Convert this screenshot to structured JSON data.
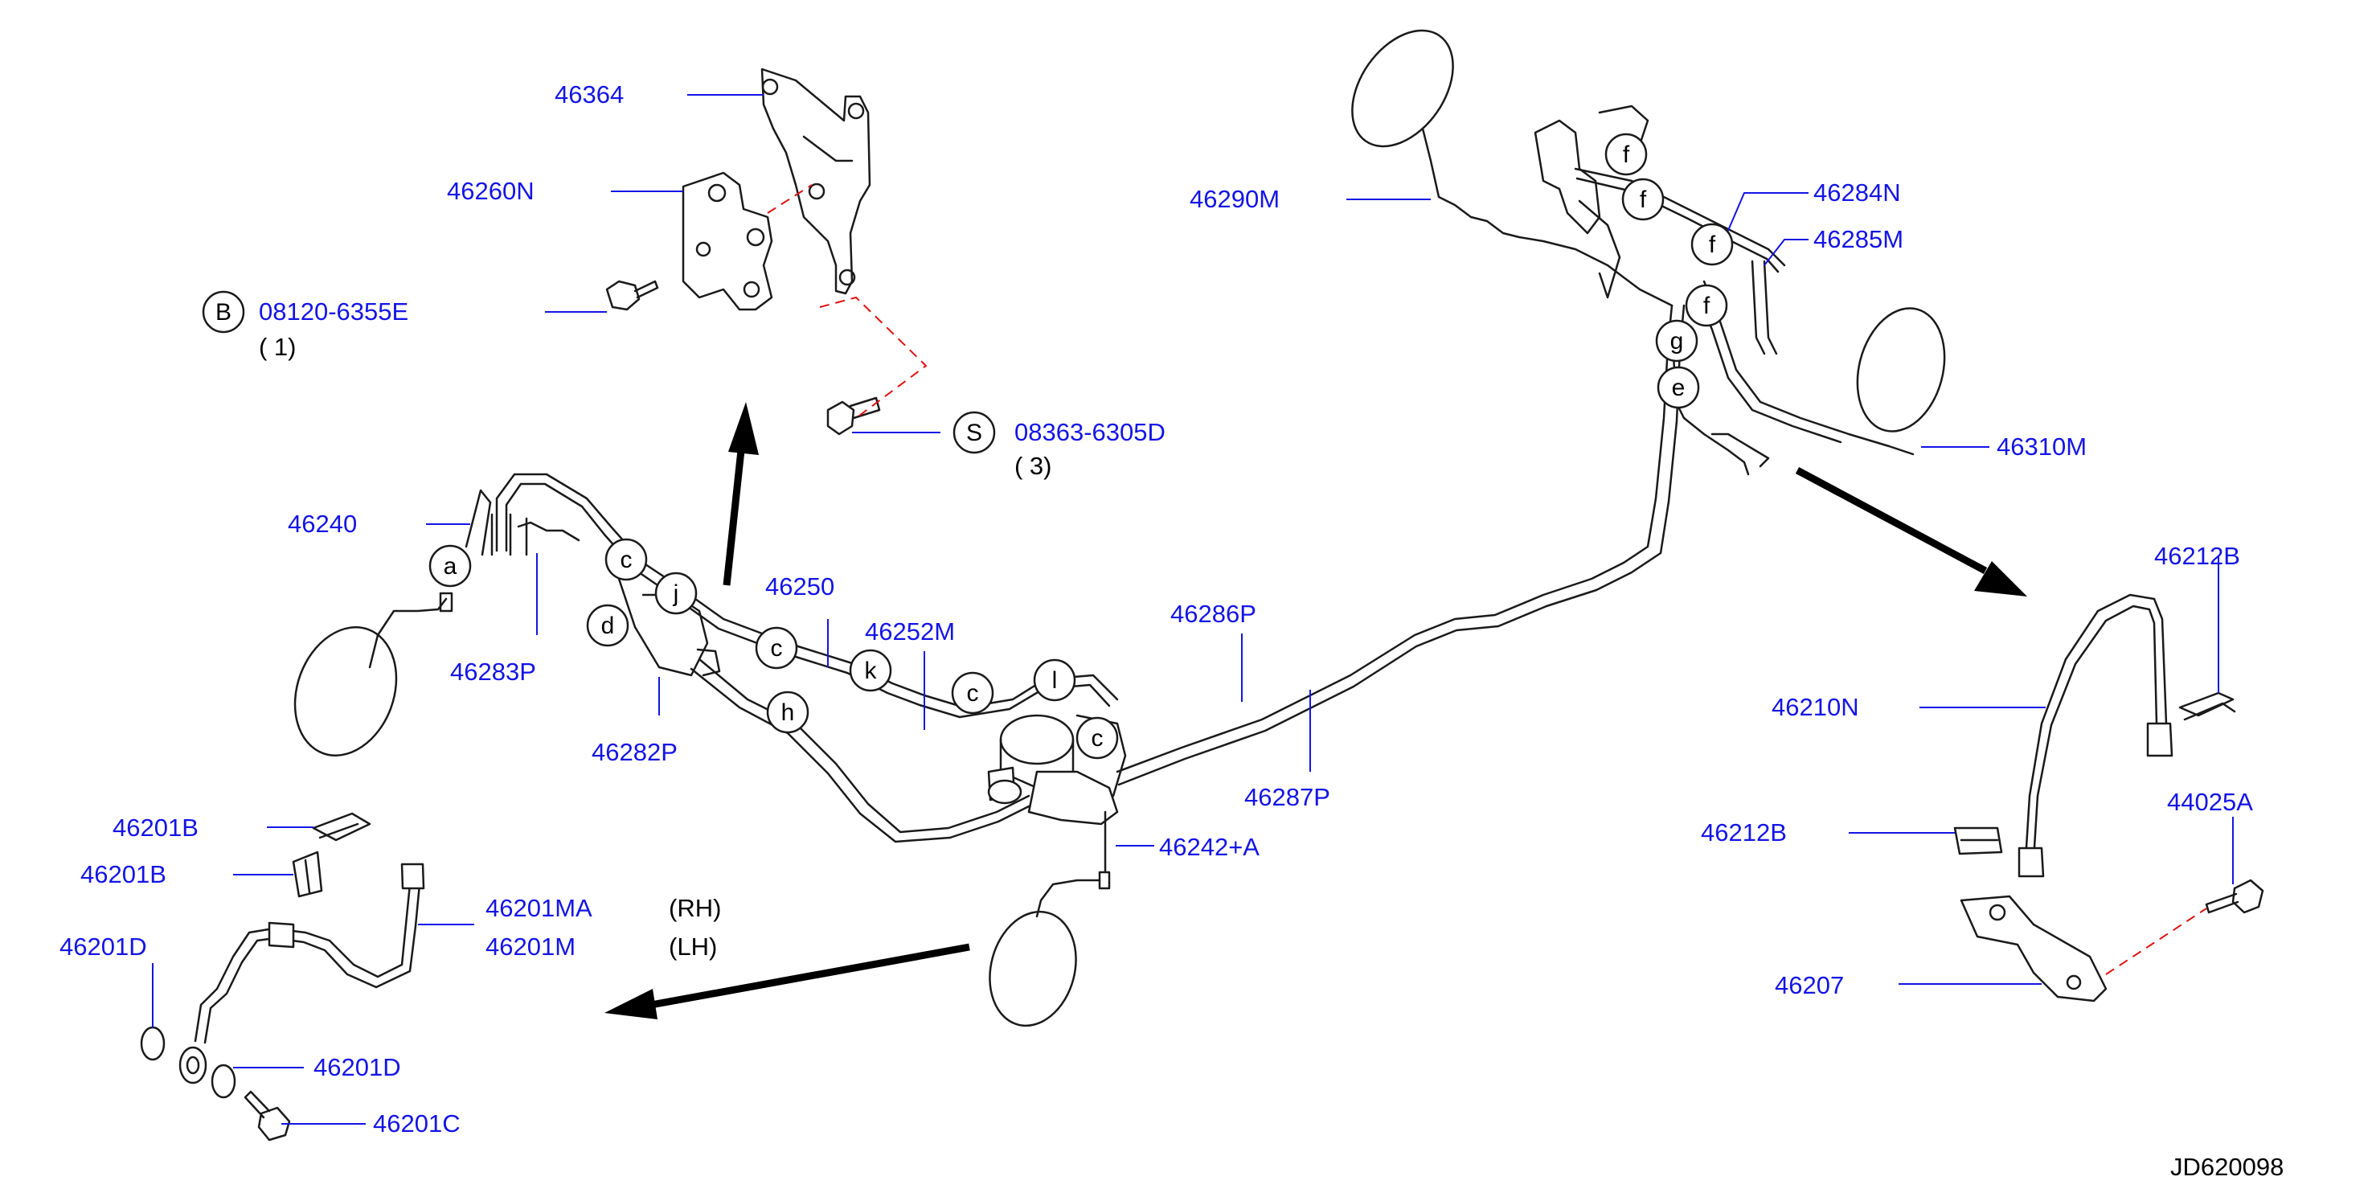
{
  "labels": {
    "p46364": "46364",
    "p46260N": "46260N",
    "p08120": "08120-6355E",
    "p08120_qty": "( 1)",
    "p08363": "08363-6305D",
    "p08363_qty": "( 3)",
    "p46240": "46240",
    "p46283P": "46283P",
    "p46282P": "46282P",
    "p46250": "46250",
    "p46252M": "46252M",
    "p46286P": "46286P",
    "p46287P": "46287P",
    "p46242A": "46242+A",
    "p46290M": "46290M",
    "p46284N": "46284N",
    "p46285M": "46285M",
    "p46310M": "46310M",
    "p46212B_top": "46212B",
    "p46210N": "46210N",
    "p44025A": "44025A",
    "p46212B_mid": "46212B",
    "p46207": "46207",
    "p46201B_1": "46201B",
    "p46201B_2": "46201B",
    "p46201D_1": "46201D",
    "p46201MA": "46201MA",
    "p46201M": "46201M",
    "rh": "(RH)",
    "lh": "(LH)",
    "p46201D_2": "46201D",
    "p46201C": "46201C",
    "drawing_id": "JD620098"
  },
  "fastener_badges": {
    "bolt": "B",
    "screw": "S"
  },
  "clip_markers": [
    "a",
    "c",
    "j",
    "d",
    "c",
    "k",
    "h",
    "c",
    "l",
    "c",
    "f",
    "f",
    "f",
    "f",
    "g",
    "e"
  ],
  "colors": {
    "label": "#1414e6",
    "part_line": "#1a1a1a",
    "phantom_line": "#e01010"
  }
}
